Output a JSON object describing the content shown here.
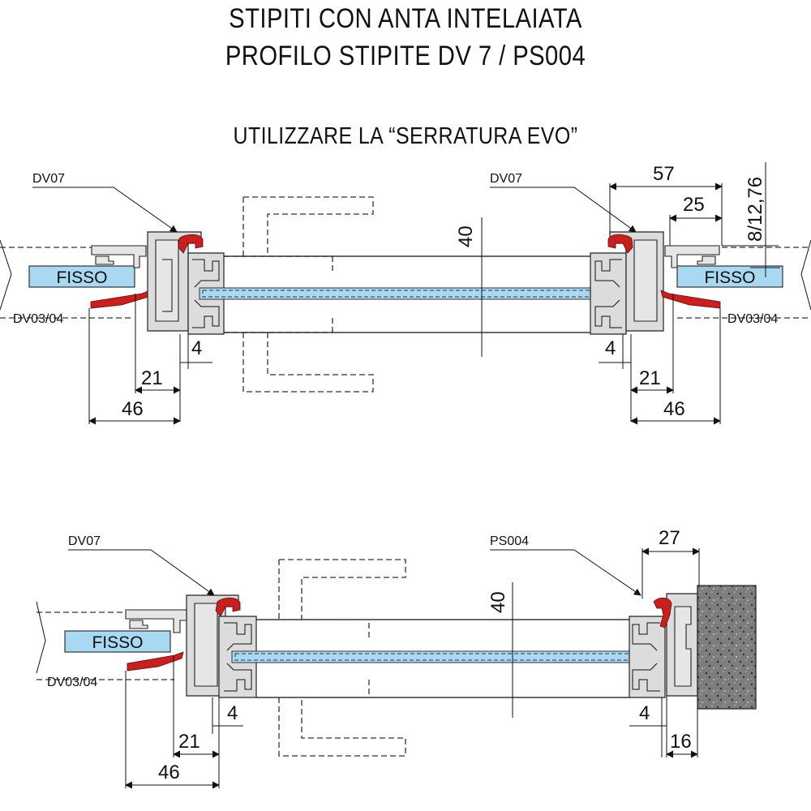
{
  "title": {
    "line1": "STIPITI CON ANTA INTELAIATA",
    "line2": "PROFILO STIPITE DV 7 / PS004",
    "line3": "UTILIZZARE LA “SERRATURA EVO”"
  },
  "top_diagram": {
    "left": {
      "profile_label": "DV07",
      "bottom_label": "DV03/04",
      "fixed_label": "FISSO",
      "dim_4": "4",
      "dim_21": "21",
      "dim_46": "46"
    },
    "center": {
      "dim_40": "40"
    },
    "right": {
      "profile_label": "DV07",
      "bottom_label": "DV03/04",
      "fixed_label": "FISSO",
      "dim_4": "4",
      "dim_21": "21",
      "dim_46": "46",
      "dim_57": "57",
      "dim_25": "25",
      "dim_8_12_76": "8/12,76"
    }
  },
  "bottom_diagram": {
    "left": {
      "profile_label": "DV07",
      "bottom_label": "DV03/04",
      "fixed_label": "FISSO",
      "dim_4": "4",
      "dim_21": "21",
      "dim_46": "46"
    },
    "center": {
      "dim_40": "40"
    },
    "right": {
      "profile_label": "PS004",
      "dim_27": "27",
      "dim_4": "4",
      "dim_16": "16"
    }
  },
  "colors": {
    "glass": "#a9d8f3",
    "gasket": "#c8201e",
    "aluminium": "#dcdcdc",
    "wall": "#7a7a7a"
  }
}
